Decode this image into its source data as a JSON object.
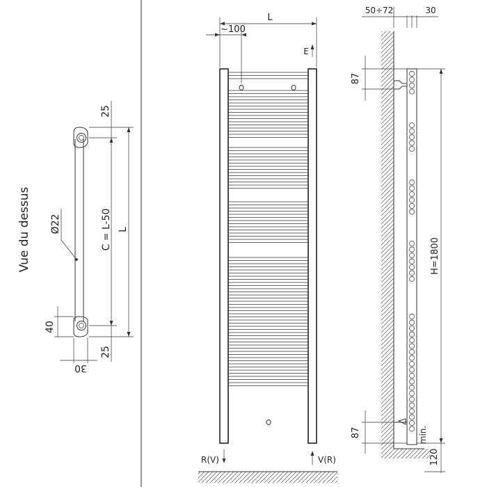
{
  "top_view": {
    "label": "Vue du dessus",
    "dim_top": "25",
    "dim_bottom": "25",
    "dim_c": "C = L-50",
    "dim_l": "L",
    "dim_diam": "Ø22",
    "dim_40": "40",
    "dim_30": "30"
  },
  "front_view": {
    "dim_l": "L",
    "dim_100": "~100",
    "dim_e": "E",
    "label_rv": "R(V)",
    "label_vr": "V(R)"
  },
  "side_view": {
    "dim_wall": "50÷72",
    "dim_30": "30",
    "dim_87_top": "87",
    "dim_87_bottom": "87",
    "dim_h": "H=1800",
    "dim_min": "min.",
    "dim_120": "120"
  }
}
